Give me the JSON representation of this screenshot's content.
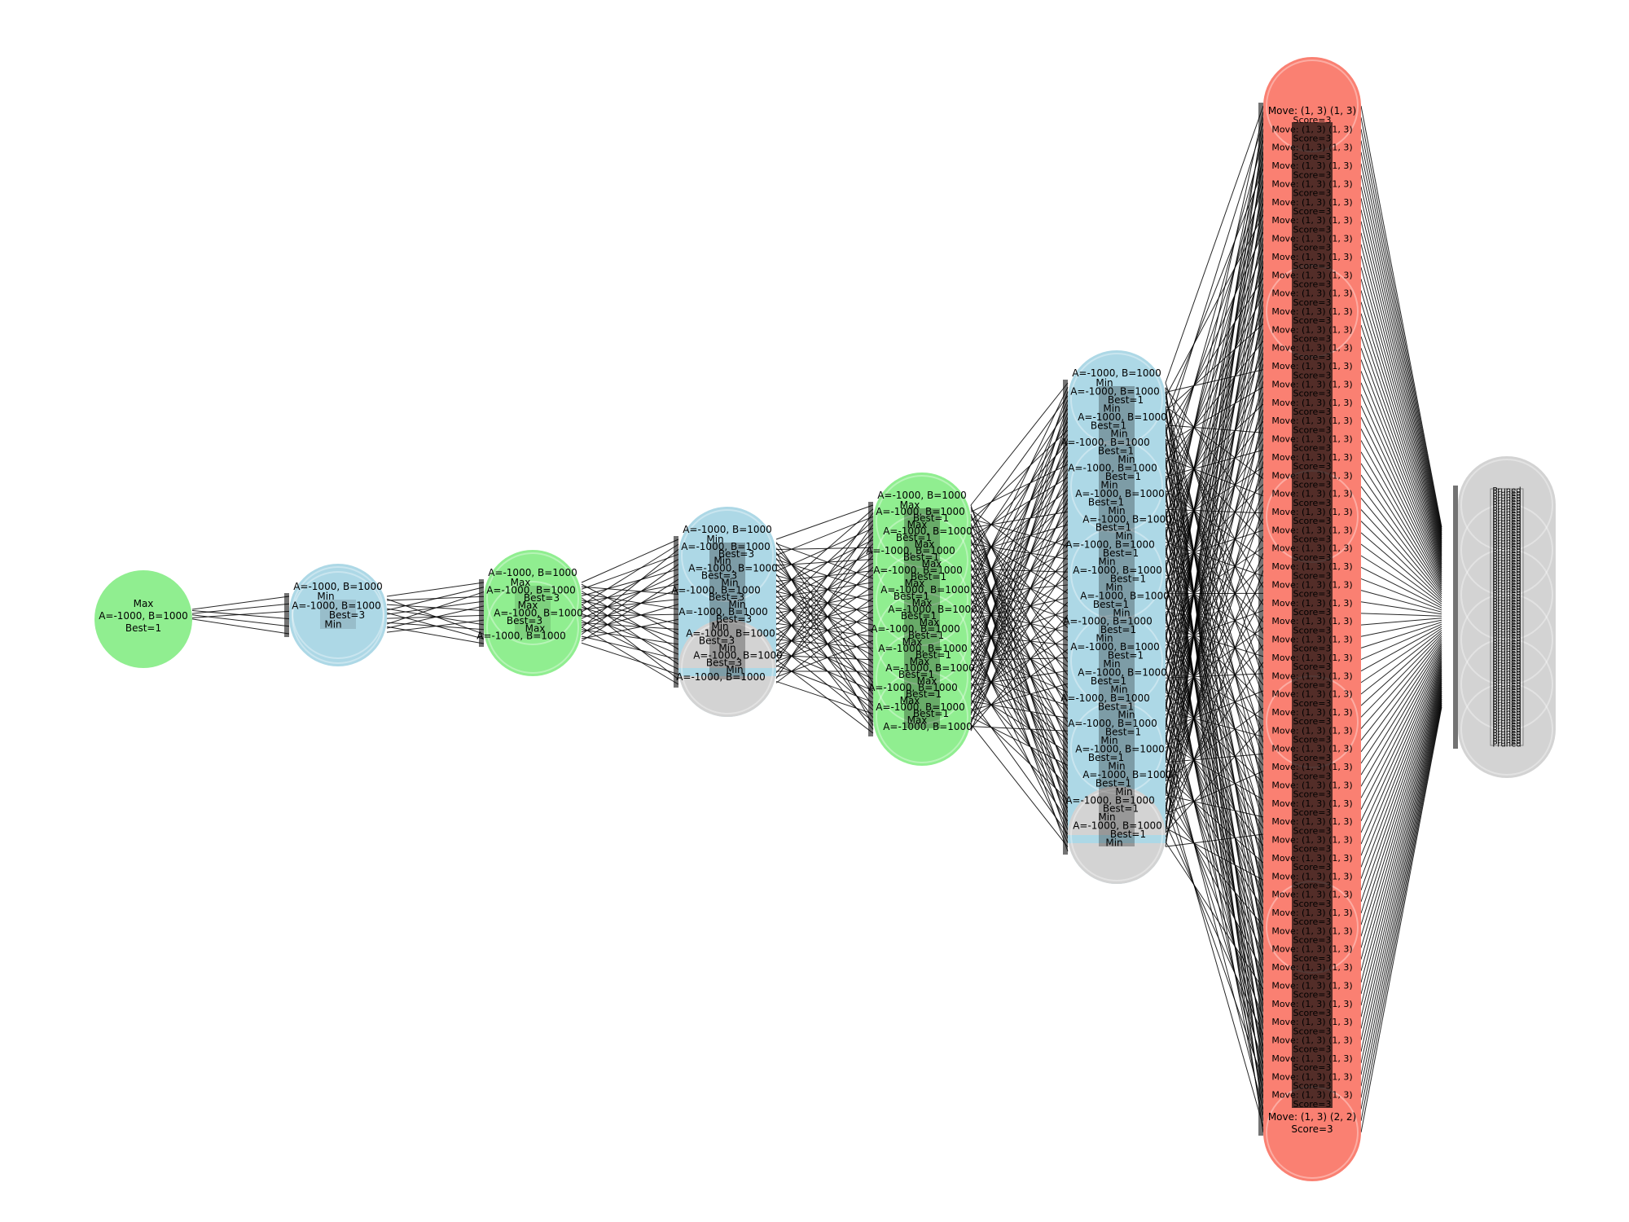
{
  "colors": {
    "max": "#90EE90",
    "min": "#ADD8E6",
    "pruned": "#D3D3D3",
    "leaf": "#FA8072",
    "edge": "#000000",
    "background": "#FFFFFF"
  },
  "root": {
    "label": "Max\nA=-1000, B=1000\nBest=1",
    "type": "max"
  },
  "levels": [
    {
      "type": "min",
      "label_main": "A=-1000, B=1000",
      "label_parts": [
        "Min",
        "A=-1000, B=1000",
        "Best=3"
      ],
      "pruned_bottom": false
    },
    {
      "type": "max",
      "label_main": "A=-1000, B=1000",
      "label_parts": [
        "Max",
        "A=-1000, B=1000",
        "Best=3"
      ],
      "pruned_bottom": false
    },
    {
      "type": "min",
      "label_main": "A=-1000, B=1000",
      "label_parts": [
        "Min",
        "A=-1000, B=1000",
        "Best=3"
      ],
      "pruned_bottom": true
    },
    {
      "type": "max",
      "label_main": "A=-1000, B=1000",
      "label_parts": [
        "Max",
        "A=-1000, B=1000",
        "Best=1"
      ],
      "pruned_bottom": false
    },
    {
      "type": "min",
      "label_main": "A=-1000, B=1000",
      "label_parts": [
        "Min",
        "A=-1000, B=1000",
        "Best=1"
      ],
      "pruned_bottom": true
    },
    {
      "type": "leaf",
      "label_top": "Move: (1, 3) (1, 3)",
      "label_bottom": "Move: (1, 3) (2, 2)",
      "label_end": "Score=3",
      "label_parts": [
        "Move: (1, 3) (1, 3)",
        "Score=3"
      ]
    },
    {
      "type": "pruned",
      "label_parts": [
        "Pruned"
      ]
    }
  ]
}
